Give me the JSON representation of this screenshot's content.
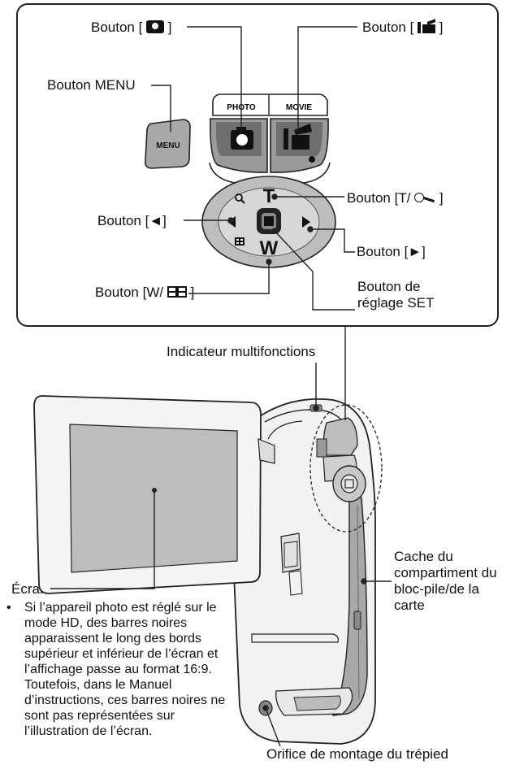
{
  "top_labels": {
    "photo_button": "Bouton [",
    "photo_button_end": "]",
    "movie_button": "Bouton [",
    "movie_button_end": "]",
    "menu_button": "Bouton MENU",
    "zoom_t_button": "Bouton [T/",
    "zoom_t_end": "]",
    "left_button": "Bouton [◄]",
    "right_button": "Bouton [►]",
    "w_button": "Bouton [W/",
    "w_button_end": "]",
    "set_button_line1": "Bouton de",
    "set_button_line2": "réglage SET"
  },
  "button_text": {
    "photo": "PHOTO",
    "movie": "MOVIE",
    "menu": "MENU",
    "t": "T",
    "w": "W"
  },
  "bottom_labels": {
    "indicator": "Indicateur multifonctions",
    "screen": "Écran",
    "cover_line1": "Cache du",
    "cover_line2": "compartiment du",
    "cover_line3": "bloc-pile/de la",
    "cover_line4": "carte",
    "tripod": "Orifice de montage du trépied"
  },
  "note": {
    "bullet": "•",
    "text": "Si l’appareil photo est réglé sur le mode HD, des barres noires apparaissent le long des bords supérieur et inférieur de l’écran et l’affichage passe au format 16:9. Toutefois, dans le Manuel d’instructions, ces barres noires ne sont pas représentées sur l’illustration de l’écran."
  }
}
